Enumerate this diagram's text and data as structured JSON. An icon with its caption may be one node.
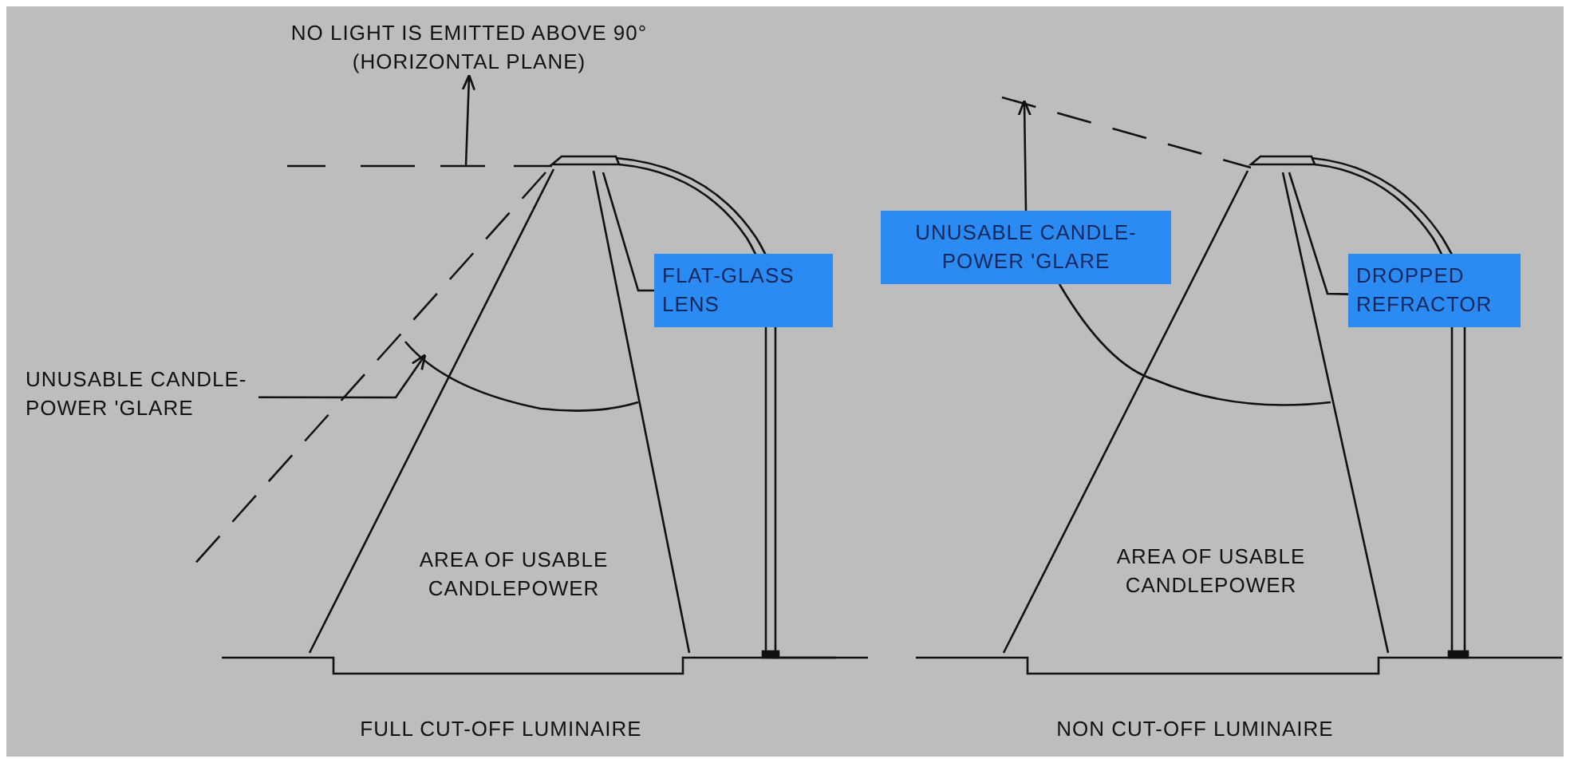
{
  "diagram": {
    "nodes": [
      {
        "text": [
          "NO LIGHT IS EMITTED ABOVE 90° (HORIZONTAL PLANE)"
        ]
      },
      {
        "text": [
          "FLAT-GLASS LENS"
        ]
      },
      {
        "text": [
          "UNUSABLE CANDLE-POWER 'GLARE"
        ]
      },
      {
        "text": [
          "UNUSABLE CANDLE-POWER 'GLARE"
        ]
      },
      {
        "text": [
          "DROPPED REFRACTOR"
        ]
      }
    ],
    "edges": [
      {
        "from": null,
        "to": 0,
        "arrow": "to"
      },
      {
        "from": 1,
        "to": null,
        "arrow": "none"
      },
      {
        "from": 2,
        "to": null,
        "arrow": "to"
      },
      {
        "from": 3,
        "to": null,
        "arrow": "to"
      },
      {
        "from": 4,
        "to": null,
        "arrow": "none"
      }
    ],
    "labels": [
      "AREA OF USABLE CANDLEPOWER",
      "FULL CUT-OFF LUMINAIRE",
      "AREA OF USABLE CANDLEPOWER",
      "NON CUT-OFF LUMINAIRE"
    ]
  }
}
